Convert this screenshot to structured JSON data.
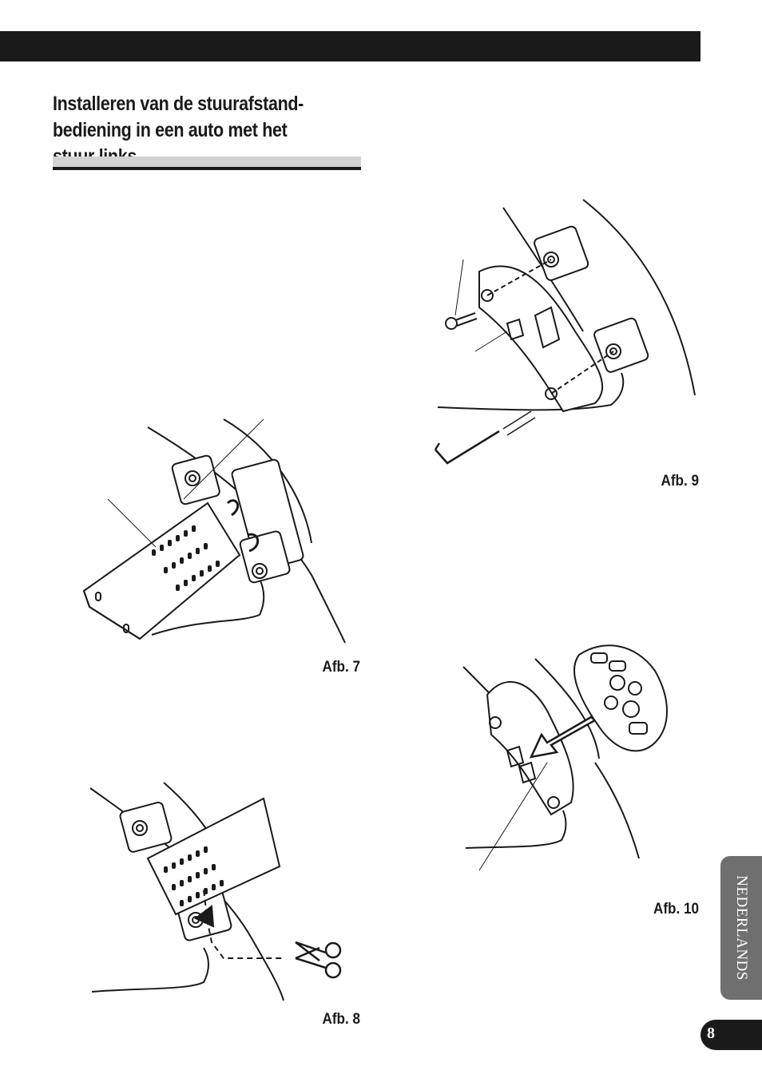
{
  "section": {
    "title_line1": "Installeren van de stuurafstand-",
    "title_line2": "bediening in een auto met het",
    "title_line3": "stuur links"
  },
  "figures": {
    "fig7_caption": "Afb. 7",
    "fig8_caption": "Afb. 8",
    "fig9_caption": "Afb. 9",
    "fig10_caption": "Afb. 10"
  },
  "sidebar": {
    "language_tab": "NEDERLANDS",
    "page_number": "8"
  },
  "icons": [
    "scissors-icon",
    "hex-key-icon",
    "screw-icon",
    "arrow-icon",
    "remote-control-icon"
  ]
}
